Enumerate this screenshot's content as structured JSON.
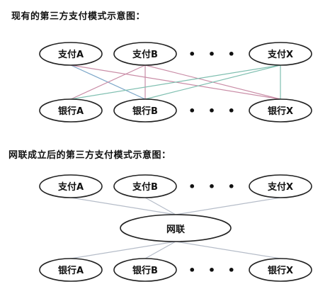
{
  "before": {
    "title": "现有的第三方支付模式示意图：",
    "payments": [
      "支付A",
      "支付B",
      "支付X"
    ],
    "banks": [
      "银行A",
      "银行B",
      "银行X"
    ],
    "ellipsis": "• • •",
    "connections": [
      {
        "from": "支付A",
        "to": "银行B",
        "color": "#7da7c9"
      },
      {
        "from": "支付A",
        "to": "银行X",
        "color": "#c98ca6"
      },
      {
        "from": "支付B",
        "to": "银行A",
        "color": "#c98ca6"
      },
      {
        "from": "支付B",
        "to": "银行B",
        "color": "#c98ca6"
      },
      {
        "from": "支付B",
        "to": "银行X",
        "color": "#c98ca6"
      },
      {
        "from": "支付X",
        "to": "银行A",
        "color": "#7fbfb0"
      },
      {
        "from": "支付X",
        "to": "银行B",
        "color": "#7fbfb0"
      },
      {
        "from": "支付X",
        "to": "银行X",
        "color": "#7fbfb0"
      }
    ]
  },
  "after": {
    "title": "网联成立后的第三方支付模式示意图：",
    "payments": [
      "支付A",
      "支付B",
      "支付X"
    ],
    "hub": "网联",
    "banks": [
      "银行A",
      "银行B",
      "银行X"
    ],
    "ellipsis": "• • •",
    "line_color": "#b5bcc8"
  }
}
